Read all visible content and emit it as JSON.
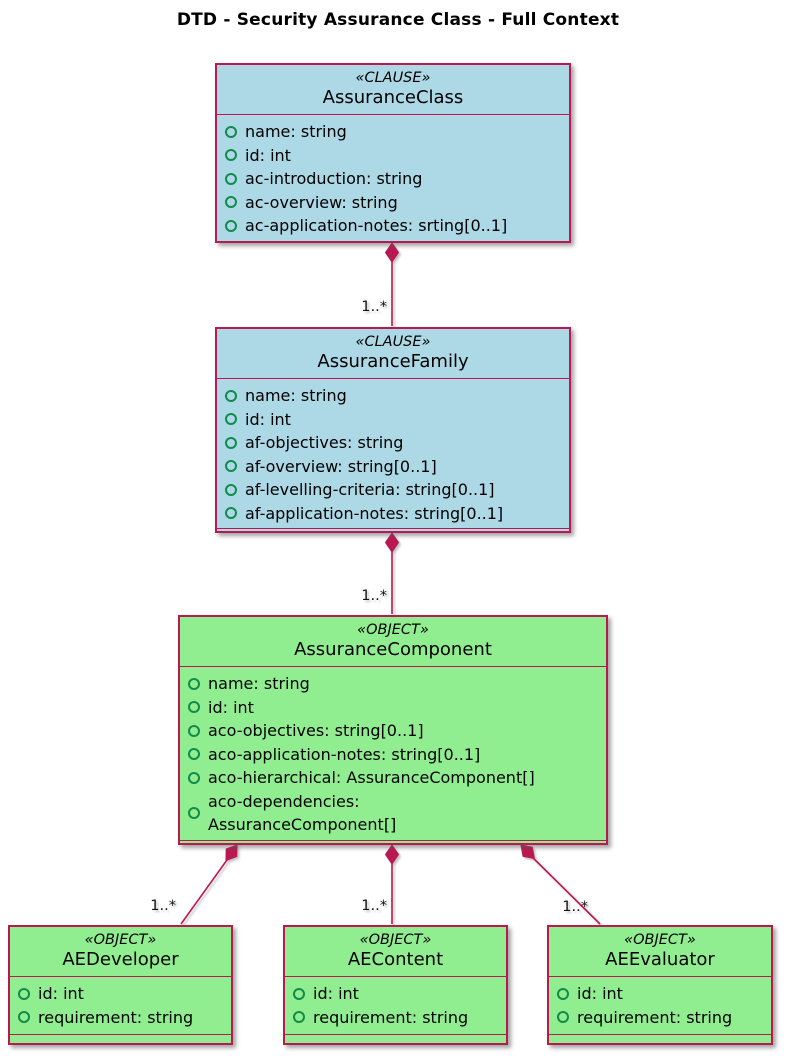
{
  "title": "DTD - Security Assurance Class - Full Context",
  "colors": {
    "clause_fill": "#ADD8E6",
    "object_fill": "#90EE90",
    "line": "#B91950",
    "field_icon_green": "#128A4A",
    "text": "#000000"
  },
  "classes": {
    "assurance_class": {
      "stereotype": "«CLAUSE»",
      "name": "AssuranceClass",
      "attributes": [
        "name: string",
        "id: int",
        "ac-introduction: string",
        "ac-overview: string",
        "ac-application-notes: srting[0..1]"
      ]
    },
    "assurance_family": {
      "stereotype": "«CLAUSE»",
      "name": "AssuranceFamily",
      "attributes": [
        "name: string",
        "id: int",
        "af-objectives: string",
        "af-overview: string[0..1]",
        "af-levelling-criteria: string[0..1]",
        "af-application-notes: string[0..1]"
      ]
    },
    "assurance_component": {
      "stereotype": "«OBJECT»",
      "name": "AssuranceComponent",
      "attributes": [
        "name: string",
        "id: int",
        "aco-objectives: string[0..1]",
        "aco-application-notes: string[0..1]",
        "aco-hierarchical: AssuranceComponent[]",
        "aco-dependencies:\nAssuranceComponent[]"
      ]
    },
    "ae_developer": {
      "stereotype": "«OBJECT»",
      "name": "AEDeveloper",
      "attributes": [
        "id: int",
        "requirement: string"
      ]
    },
    "ae_content": {
      "stereotype": "«OBJECT»",
      "name": "AEContent",
      "attributes": [
        "id: int",
        "requirement: string"
      ]
    },
    "ae_evaluator": {
      "stereotype": "«OBJECT»",
      "name": "AEEvaluator",
      "attributes": [
        "id: int",
        "requirement: string"
      ]
    }
  },
  "relations": [
    {
      "from": "AssuranceClass",
      "to": "AssuranceFamily",
      "type": "composition",
      "multiplicity": "1..*"
    },
    {
      "from": "AssuranceFamily",
      "to": "AssuranceComponent",
      "type": "composition",
      "multiplicity": "1..*"
    },
    {
      "from": "AssuranceComponent",
      "to": "AEDeveloper",
      "type": "composition",
      "multiplicity": "1..*"
    },
    {
      "from": "AssuranceComponent",
      "to": "AEContent",
      "type": "composition",
      "multiplicity": "1..*"
    },
    {
      "from": "AssuranceComponent",
      "to": "AEEvaluator",
      "type": "composition",
      "multiplicity": "1..*"
    }
  ]
}
